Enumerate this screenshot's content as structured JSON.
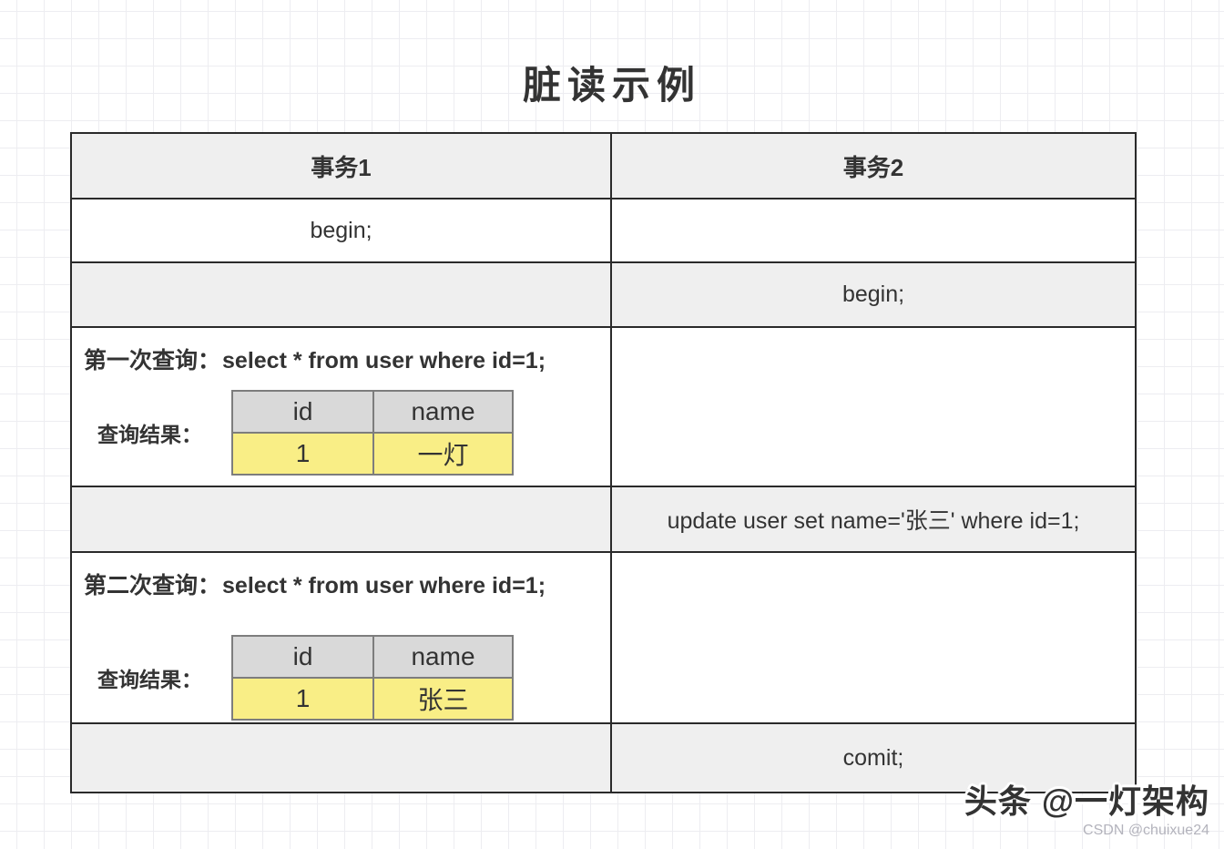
{
  "title": "脏读示例",
  "columns": {
    "t1": "事务1",
    "t2": "事务2"
  },
  "steps": {
    "begin_t1": "begin;",
    "begin_t2": "begin;",
    "update_t2": "update user set name='张三' where id=1;",
    "commit_t2": "comit;"
  },
  "query1": {
    "label": "第一次查询：",
    "sql": "select * from user where id=1;",
    "result_label": "查询结果：",
    "result": {
      "col_id": "id",
      "col_name": "name",
      "row_id": "1",
      "row_name": "一灯"
    }
  },
  "query2": {
    "label": "第二次查询：",
    "sql": "select * from user where id=1;",
    "result_label": "查询结果：",
    "result": {
      "col_id": "id",
      "col_name": "name",
      "row_id": "1",
      "row_name": "张三"
    }
  },
  "watermark": {
    "primary": "头条 @一灯架构",
    "secondary": "CSDN @chuixue24"
  },
  "colors": {
    "row_highlight_bg": "#efefef",
    "result_header_bg": "#d9d9d9",
    "result_row_bg": "#f9ee86",
    "outer_border": "#2a2a2a",
    "result_border": "#7d7d7d",
    "text": "#333333",
    "grid_line": "#ededf1",
    "watermark_secondary": "#b3b3bc"
  }
}
